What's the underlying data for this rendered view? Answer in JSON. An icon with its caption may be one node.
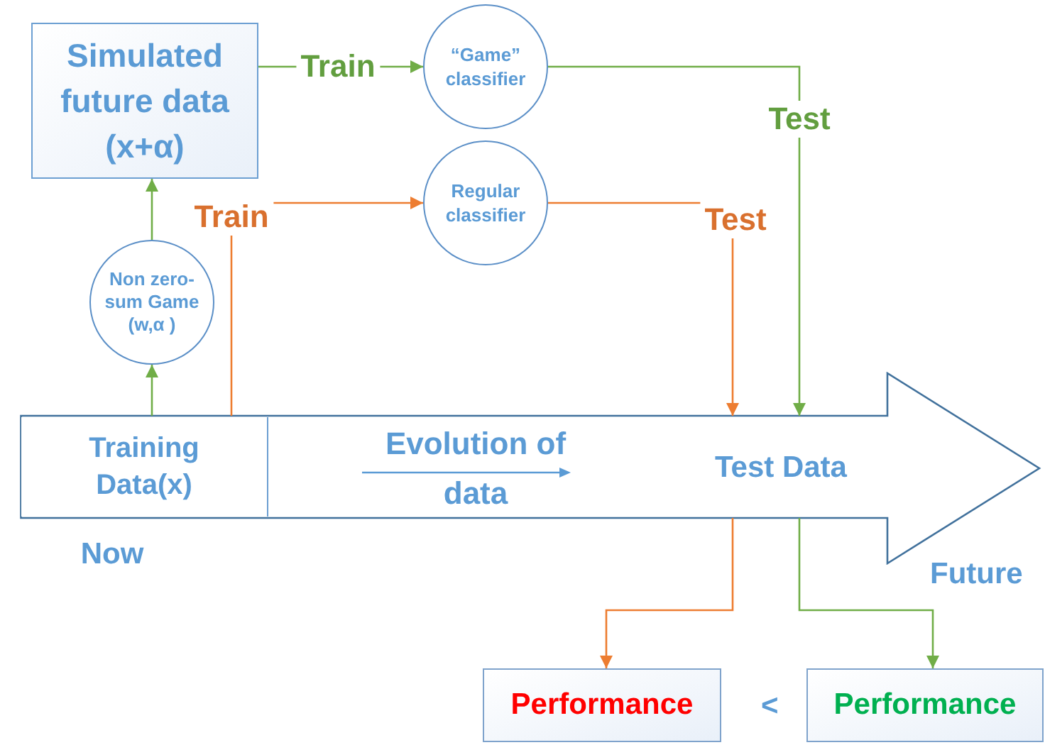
{
  "diagram": {
    "nodes": [
      {
        "text": [
          "Simulated future data (x+α)"
        ]
      },
      {
        "text": [
          "“Game” classifier"
        ]
      },
      {
        "text": [
          "Regular classifier"
        ]
      },
      {
        "text": [
          "Non zero-sum Game (w,α )"
        ]
      },
      {
        "text": [
          "Evolution of data",
          "Test Data"
        ]
      },
      {
        "text": [
          "Training Data(x)"
        ],
        "in": 4,
        "beside": [
          "Now"
        ]
      },
      {
        "text": [
          "Performance"
        ]
      },
      {
        "text": [
          "Performance"
        ]
      }
    ],
    "edges": [
      {
        "from": 5,
        "to": 3,
        "arrow": "to"
      },
      {
        "from": 3,
        "to": 0,
        "arrow": "to"
      },
      {
        "from": 0,
        "to": 1,
        "arrow": "to",
        "label": "Train"
      },
      {
        "from": 5,
        "to": 2,
        "arrow": "to",
        "label": "Train",
        "color": "#ed7d31"
      },
      {
        "from": 2,
        "to": 4,
        "arrow": "to",
        "label": "Test",
        "color": "#ed7d31"
      },
      {
        "from": 1,
        "to": 4,
        "arrow": "to",
        "label": "Test"
      },
      {
        "from": 4,
        "to": 6,
        "arrow": "to",
        "color": "#ed7d31"
      },
      {
        "from": 4,
        "to": 7,
        "arrow": "to"
      }
    ],
    "labels": [
      "Future",
      "<"
    ]
  }
}
